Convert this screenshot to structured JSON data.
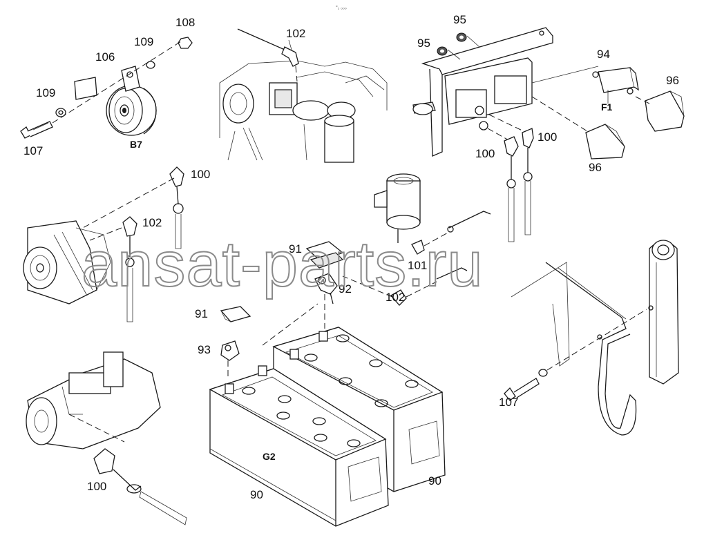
{
  "corner_mark": "°₁ ₀₀₀",
  "watermark": "ansat-parts.ru",
  "callouts": {
    "c108": "108",
    "c109a": "109",
    "c106": "106",
    "c109b": "109",
    "c107a": "107",
    "b7": "B7",
    "c102a": "102",
    "c95a": "95",
    "c95b": "95",
    "c94": "94",
    "c96a": "96",
    "f1": "F1",
    "c96b": "96",
    "c100a": "100",
    "c100b": "100",
    "c100c": "100",
    "c102b": "102",
    "c91a": "91",
    "c92": "92",
    "c101": "101",
    "c102c": "102",
    "c91b": "91",
    "c93": "93",
    "c107b": "107",
    "g2": "G2",
    "c90a": "90",
    "c90b": "90",
    "c100d": "100"
  }
}
